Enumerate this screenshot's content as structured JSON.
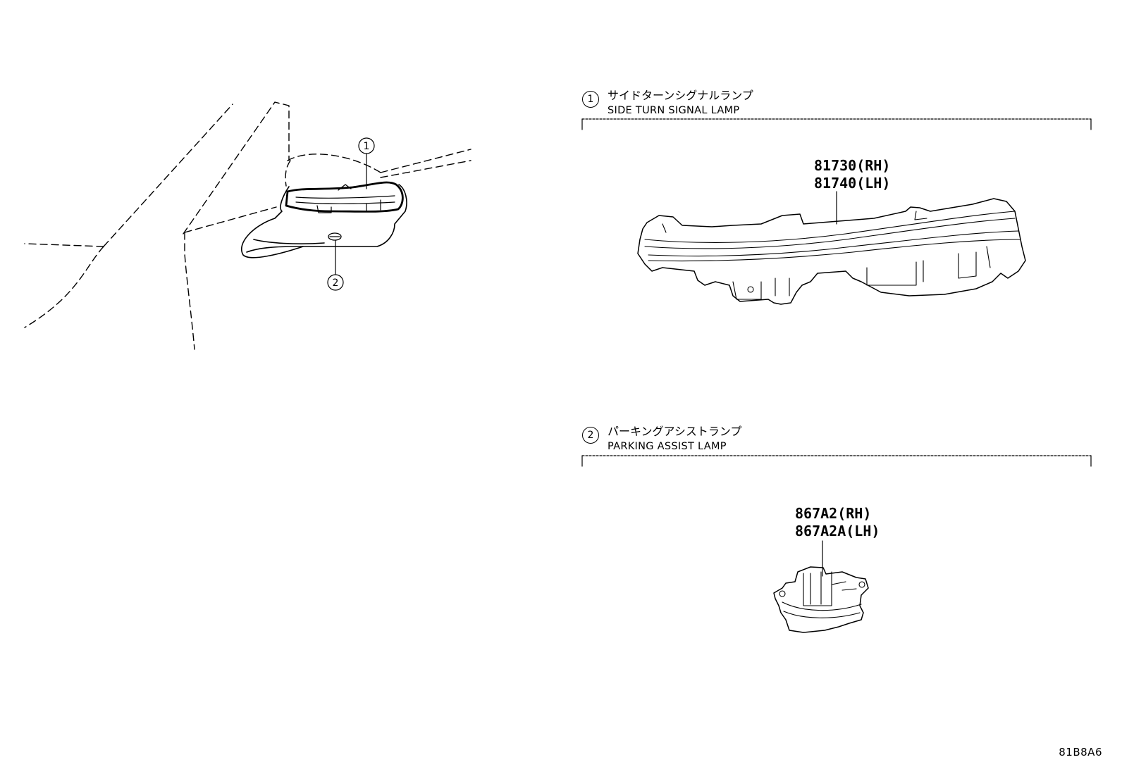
{
  "sections": [
    {
      "index": "1",
      "title_jp": "サイドターンシグナルランプ",
      "title_en": "SIDE TURN SIGNAL LAMP",
      "part_numbers": [
        "81730(RH)",
        "81740(LH)"
      ]
    },
    {
      "index": "2",
      "title_jp": "パーキングアシストランプ",
      "title_en": "PARKING ASSIST LAMP",
      "part_numbers": [
        "867A2(RH)",
        "867A2A(LH)"
      ]
    }
  ],
  "callouts": [
    "1",
    "2"
  ],
  "catalog_code": "81B8A6"
}
